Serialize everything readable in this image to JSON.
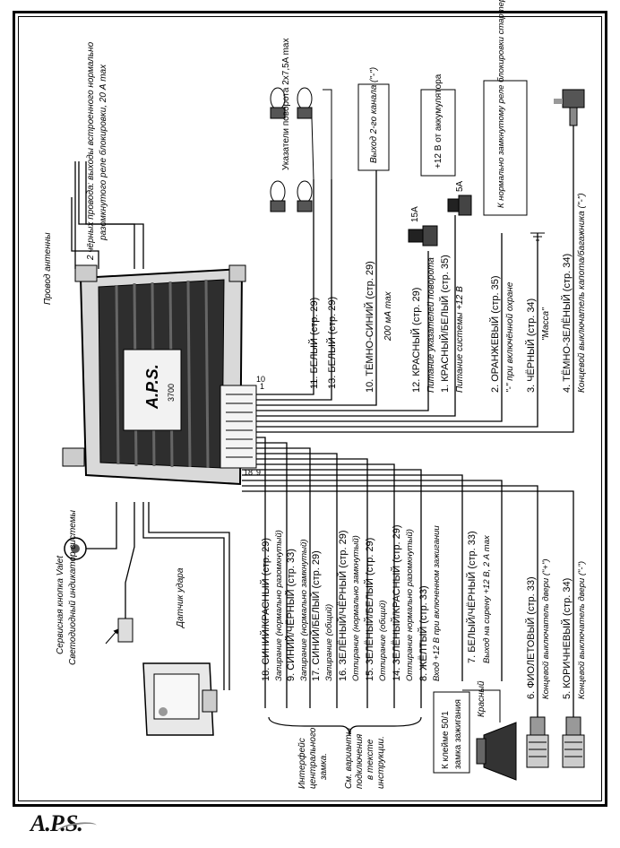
{
  "brand": {
    "logo": "A.P.S.",
    "device_logo": "A.P.S.",
    "device_model": "3700"
  },
  "pin_numbers": {
    "p10": "10",
    "p1": "1",
    "p18": "18",
    "p9": "9"
  },
  "top_left_labels": {
    "antenna": "Провод антенны",
    "black_wires": "2 чёрных провода: выходы встроенного нормально",
    "black_wires_2": "разомкнутого реле блокировки, 20 А max",
    "valet": "Сервисная кнопка Valet",
    "led": "Светодиодный индикатор системы",
    "shock": "Датчик удара"
  },
  "right_wires": [
    {
      "main": "11. БЕЛЫЙ (стр. 29)",
      "sub": ""
    },
    {
      "main": "13. БЕЛЫЙ (стр. 29)",
      "sub": ""
    },
    {
      "main": "10. ТЁМНО-СИНИЙ (стр. 29)",
      "sub": "200 мА max"
    },
    {
      "main": "12. КРАСНЫЙ (стр. 29)",
      "sub": "Питание указателей поворота"
    },
    {
      "main": "1. КРАСНЫЙ/БЕЛЫЙ (стр. 35)",
      "sub": "Питание системы +12 В"
    },
    {
      "main": "2. ОРАНЖЕВЫЙ (стр. 35)",
      "sub": "\"-\" при включённой охране"
    },
    {
      "main": "3. ЧЁРНЫЙ (стр. 34)",
      "sub": "\"Масса\""
    },
    {
      "main": "4. ТЁМНО-ЗЕЛЁНЫЙ (стр. 34)",
      "sub": "Концевой выключатель капота/багажника (\"-\")"
    }
  ],
  "right_boxes": {
    "channel2": "Выход 2-го канала (\"-\")",
    "battery": "+12 В от аккумулятора",
    "starter": "К нормально замкнутому реле блокировки стартера (см. схему)",
    "turn_signals": "Указатели поворота 2x7,5A max",
    "fuse15": "15А",
    "fuse5": "5А"
  },
  "left_wires": [
    {
      "main": "18. СИНИЙ/КРАСНЫЙ (стр. 29)",
      "sub": "Запирание (нормально разомкнутый)"
    },
    {
      "main": "9. СИНИЙ/ЧЁРНЫЙ (стр. 33)",
      "sub": "Запирание (нормально замкнутый)"
    },
    {
      "main": "17. СИНИЙ/БЕЛЫЙ (стр. 29)",
      "sub": "Запирание (общий)"
    },
    {
      "main": "16. ЗЕЛЁНЫЙ/ЧЁРНЫЙ (стр. 29)",
      "sub": "Отпирание (нормально замкнутый)"
    },
    {
      "main": "15. ЗЕЛЁНЫЙ/БЕЛЫЙ (стр. 29)",
      "sub": "Отпирание (общий)"
    },
    {
      "main": "14. ЗЕЛЁНЫЙ/КРАСНЫЙ (стр. 29)",
      "sub": "Отпирание нормально разомкнутый)"
    },
    {
      "main": "8. ЖЁЛТЫЙ (стр. 33)",
      "sub": "Вход +12 В при включенном зажигании"
    },
    {
      "main": "7. БЕЛЫЙ/ЧЁРНЫЙ (стр. 33)",
      "sub": "Выход на сирену +12 В, 2 А max"
    },
    {
      "main": "6. ФИОЛЕТОВЫЙ (стр. 33)",
      "sub": "Концевой выключатель двери (\"+\")"
    },
    {
      "main": "5. КОРИЧНЕВЫЙ (стр. 34)",
      "sub": "Концевой выключатель двери (\"-\")"
    }
  ],
  "bottom_left": {
    "lock_interface_1": "Интерфейс",
    "lock_interface_2": "центрального",
    "lock_interface_3": "замка.",
    "variants_1": "См. варианты",
    "variants_2": "подключения",
    "variants_3": "в тексте",
    "variants_4": "инструкции.",
    "ignition_1": "К клейме 50/1",
    "ignition_2": "замка зажигания",
    "red": "Красный"
  }
}
